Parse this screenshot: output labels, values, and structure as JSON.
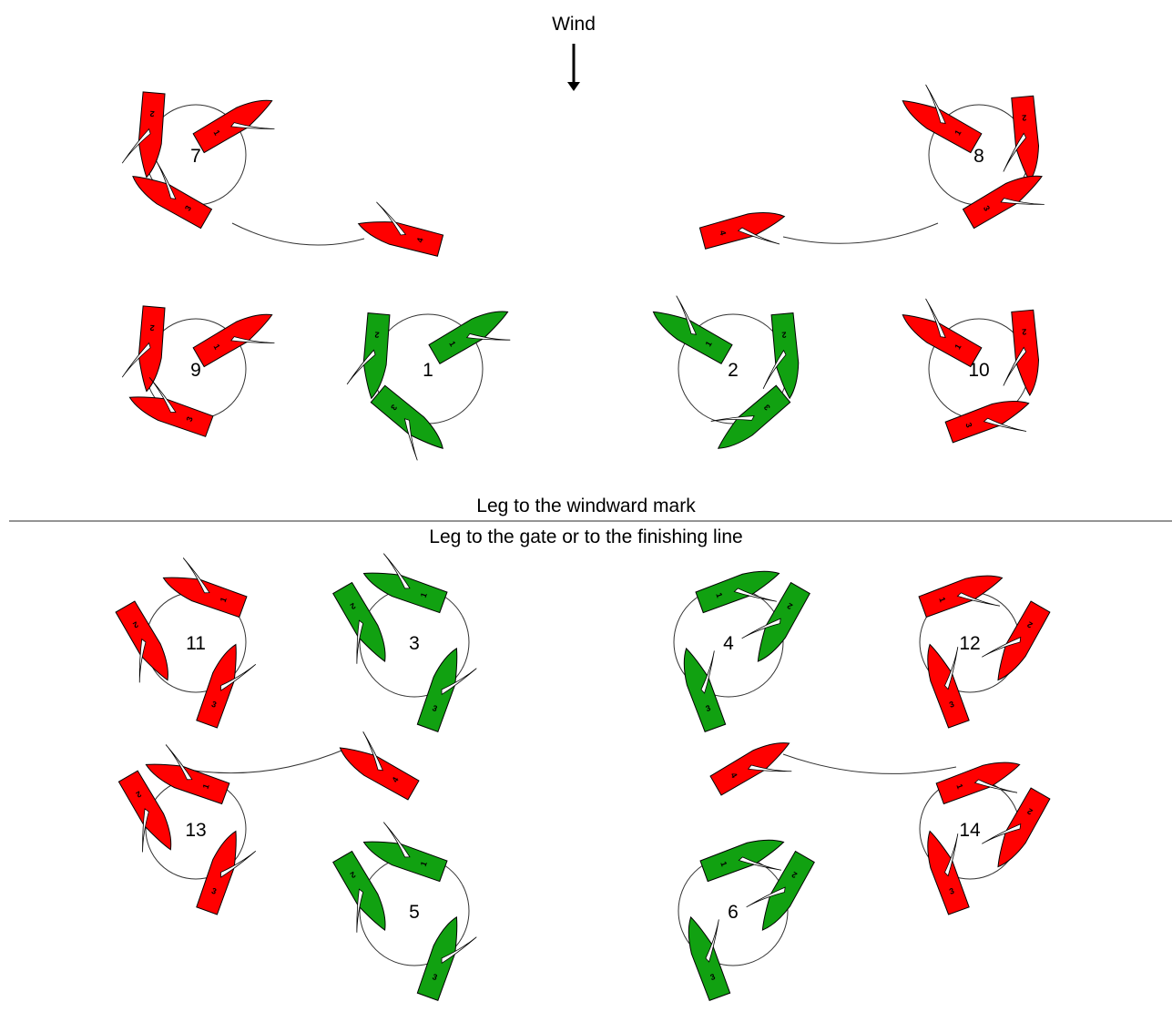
{
  "wind": {
    "label": "Wind"
  },
  "divider": {
    "upper_caption": "Leg to the windward mark",
    "lower_caption": "Leg to the gate or to the finishing line"
  },
  "colors": {
    "no_penalty": "#ff0000",
    "penalty": "#11a111",
    "outline": "#000000"
  },
  "maneuvers": [
    {
      "number": "7",
      "color": "red",
      "boats": [
        "1",
        "2",
        "3",
        "4"
      ]
    },
    {
      "number": "8",
      "color": "red",
      "boats": [
        "1",
        "2",
        "3",
        "4"
      ]
    },
    {
      "number": "9",
      "color": "red",
      "boats": [
        "1",
        "2",
        "3"
      ]
    },
    {
      "number": "1",
      "color": "green",
      "boats": [
        "1",
        "2",
        "3"
      ]
    },
    {
      "number": "2",
      "color": "green",
      "boats": [
        "1",
        "2",
        "3"
      ]
    },
    {
      "number": "10",
      "color": "red",
      "boats": [
        "1",
        "2",
        "3"
      ]
    },
    {
      "number": "11",
      "color": "red",
      "boats": [
        "1",
        "2",
        "3"
      ]
    },
    {
      "number": "3",
      "color": "green",
      "boats": [
        "1",
        "2",
        "3"
      ]
    },
    {
      "number": "4",
      "color": "green",
      "boats": [
        "1",
        "2",
        "3"
      ]
    },
    {
      "number": "12",
      "color": "red",
      "boats": [
        "1",
        "2",
        "3"
      ]
    },
    {
      "number": "13",
      "color": "red",
      "boats": [
        "1",
        "2",
        "3",
        "4"
      ]
    },
    {
      "number": "5",
      "color": "green",
      "boats": [
        "1",
        "2",
        "3"
      ]
    },
    {
      "number": "6",
      "color": "green",
      "boats": [
        "1",
        "2",
        "3"
      ]
    },
    {
      "number": "14",
      "color": "red",
      "boats": [
        "1",
        "2",
        "3",
        "4"
      ]
    }
  ]
}
